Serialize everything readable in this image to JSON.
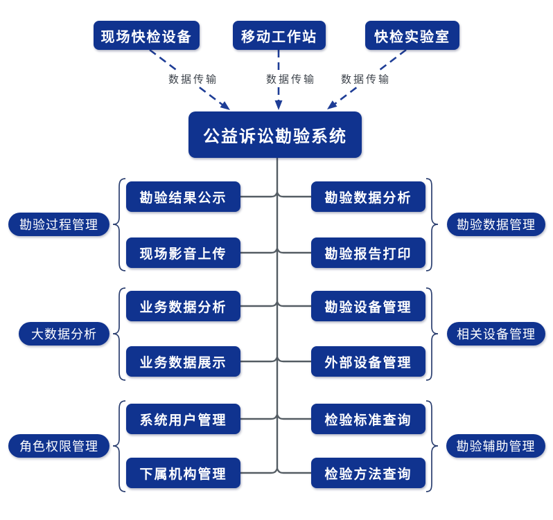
{
  "diagram": {
    "title": "公益诉讼勘验系统",
    "sources": [
      {
        "label": "现场快检设备"
      },
      {
        "label": "移动工作站"
      },
      {
        "label": "快检实验室"
      }
    ],
    "arrows": [
      {
        "label": "数据传输"
      },
      {
        "label": "数据传输"
      },
      {
        "label": "数据传输"
      }
    ],
    "groups": [
      {
        "category": "勘验过程管理",
        "side": "left",
        "items": [
          "勘验结果公示",
          "现场影音上传"
        ]
      },
      {
        "category": "勘验数据管理",
        "side": "right",
        "items": [
          "勘验数据分析",
          "勘验报告打印"
        ]
      },
      {
        "category": "大数据分析",
        "side": "left",
        "items": [
          "业务数据分析",
          "业务数据展示"
        ]
      },
      {
        "category": "相关设备管理",
        "side": "right",
        "items": [
          "勘验设备管理",
          "外部设备管理"
        ]
      },
      {
        "category": "角色权限管理",
        "side": "left",
        "items": [
          "系统用户管理",
          "下属机构管理"
        ]
      },
      {
        "category": "勘验辅助管理",
        "side": "right",
        "items": [
          "检验标准查询",
          "检验方法查询"
        ]
      }
    ],
    "colors": {
      "node_fill": "#10338f",
      "node_text": "#ffffff",
      "connector": "#545c63",
      "arrow": "#1e3d96",
      "brace": "#2a3e6f",
      "arrow_label_text": "#3d434b",
      "background": "#ffffff"
    }
  }
}
